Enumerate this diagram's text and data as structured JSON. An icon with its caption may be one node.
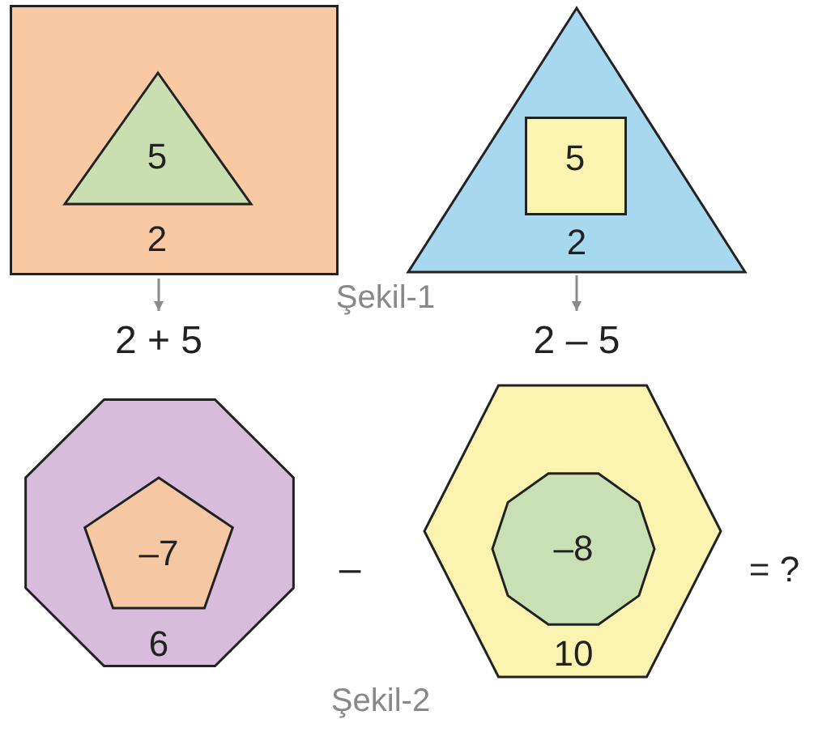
{
  "diagram": {
    "nodes": [
      {
        "text": [
          "2"
        ]
      },
      {
        "text": [
          "5"
        ],
        "in": 0
      },
      {
        "text": [
          "2 + 5"
        ]
      },
      {
        "text": [
          "2"
        ]
      },
      {
        "text": [
          "5"
        ],
        "in": 3
      },
      {
        "text": [
          "2 – 5"
        ]
      },
      {
        "text": [
          "6"
        ]
      },
      {
        "text": [
          "–7"
        ],
        "in": 6
      },
      {
        "text": [
          "10"
        ]
      },
      {
        "text": [
          "–8"
        ],
        "in": 8
      }
    ],
    "edges": [
      {
        "from": 0,
        "to": 2,
        "arrow": "to"
      },
      {
        "from": 3,
        "to": 5,
        "arrow": "to"
      }
    ],
    "labels": [
      "Şekil-1",
      "–",
      "= ?",
      "Şekil-2"
    ]
  }
}
